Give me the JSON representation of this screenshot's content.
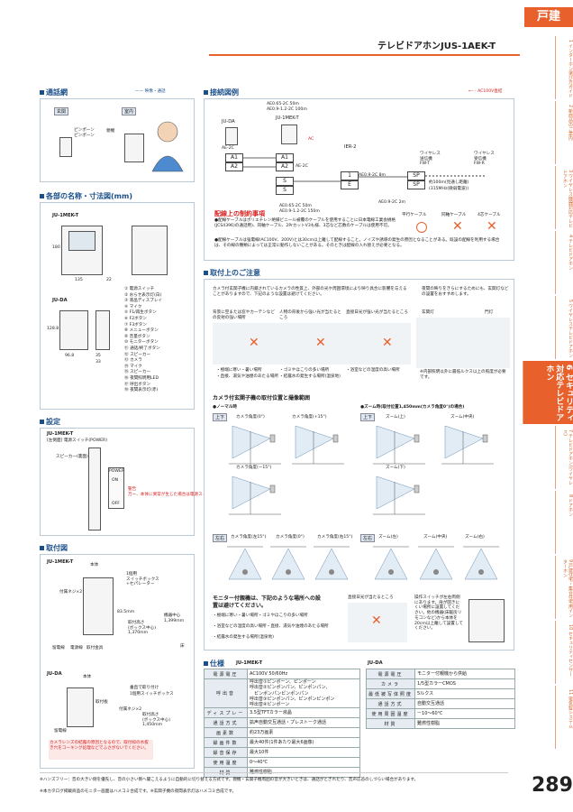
{
  "header": {
    "category": "戸建",
    "title": "テレビドアホンJUS-1AEK-T",
    "page_number": "289"
  },
  "side_tabs": [
    {
      "num": "1",
      "label": "インターホン選び方ガイド"
    },
    {
      "num": "2",
      "label": "新商品のご案内"
    },
    {
      "num": "3",
      "label": "ワイヤレス機器対応テレビドアホン"
    },
    {
      "num": "4",
      "label": "テレビドアホン"
    },
    {
      "num": "5",
      "label": "ワイヤレステレビドアホン"
    },
    {
      "num": "6",
      "label": "セキュリティ対応テレビドアホン"
    },
    {
      "num": "7",
      "label": "テレビドアホン(ワイヤレス)"
    },
    {
      "num": "8",
      "label": "ドアホン"
    },
    {
      "num": "9",
      "label": "戸建住宅・集合住宅用インターホン"
    },
    {
      "num": "10",
      "label": "セキュリティセンサー"
    },
    {
      "num": "11",
      "label": "電気錠システム"
    }
  ],
  "sections": {
    "call_system": {
      "heading": "通話網",
      "legend": "映像・通話",
      "entrance": "玄関",
      "room": "室内",
      "chime": "ピンポーン\nピンポーン",
      "parent": "親機"
    },
    "parts": {
      "heading": "各部の名称・寸法図(mm)",
      "model1": "JU-1MEK-T",
      "model2": "JU-DA",
      "dims": [
        "180",
        "135",
        "22",
        "128.8",
        "96.8",
        "35",
        "33"
      ],
      "items": [
        "電源スイッチ",
        "おらせ表示灯(白)",
        "液晶ディスプレイ",
        "マイク",
        "F1/再生ボタン",
        "F2ボタン",
        "F3ボタン",
        "メニューボタン",
        "音量ボタン",
        "モニターボタン",
        "通話/終了ボタン",
        "スピーカー",
        "カメラ",
        "マイク",
        "スピーカー",
        "夜間照明用LED",
        "呼出ボタン",
        "夜間表示灯(赤)"
      ]
    },
    "settings": {
      "heading": "設定",
      "model": "JU-1MEK-T",
      "side": "[左側面] 電源スイッチ(POWER)",
      "speaker": "スピーカー(裏面)",
      "power": "POWER",
      "on": "ON",
      "off": "OFF",
      "warning": "警告\n万一、本体に異常が生じた場合は電源スイッチを\"OFF\"にしてください。"
    },
    "mounting": {
      "heading": "取付図",
      "model1": "JU-1MEK-T",
      "body": "本体",
      "box": "1個用\nスイッチボックス\n+セパレーター",
      "screws": "付属ネジ×2",
      "size": "83.5mm",
      "center": "機器中心\n1,399mm",
      "floor": "床",
      "install": "取付高さ\n(ボックス中心)\n1,370mm",
      "labels": [
        "留電線",
        "電源線",
        "取付金具"
      ],
      "model2": "JU-DA",
      "body2": "本体",
      "box2": "1個用スイッチボックス",
      "screws2": "付属ネジ×2",
      "plate": "取付板",
      "vert": "垂直で取り付け",
      "install2": "取付高さ\n(ボックス中心)\n1,450mm",
      "wire2": "留電線",
      "note": "カメラレンズの結露の原因となるので、取付枠の水抜き穴をコーキング処理などでふさがないでください。"
    },
    "wiring": {
      "heading": "接続図例",
      "legend": "AC100V直結",
      "spec1": "AE0.65-2C 50m\nAE0.9-1.2-2C 100m",
      "spec2": "AE0.65-2C 50m\nAE0.9-1.2-2C 150m",
      "spec3": "AE0.9-2C 8m",
      "spec4": "AE0.9-2C 2m",
      "ac": "AC",
      "juda": "JU-DA",
      "jumek": "JU-1MEK-T",
      "ier": "IER-2",
      "ae2c": "AE-2C",
      "fwt": "ワイヤレス\n送信機\nFW-T",
      "fwr": "ワイヤレス\n受信機\nFW-R",
      "distance": "約100m(見通し距離)",
      "freq": "(315MHz(微弱電波))",
      "terminals": [
        "A1",
        "A2",
        "A1",
        "A2",
        "S",
        "S",
        "1",
        "E",
        "SP",
        "SP"
      ],
      "restriction_title": "配線上の制約事項",
      "cable_types": [
        "平行ケーブル",
        "同軸ケーブル",
        "4芯ケーブル"
      ],
      "restrictions": [
        "●配線ケーブルはポリエチレン絶縁ビニール被覆のケーブルを使用することに日本電線工業会規格(JCS4396)の通話用)、同軸ケーブル、2PrカットV3も様、3芯など芯数のケーブルは使用不可。",
        "●配線ケーブルは強電線(AC100V、200V)とは30cm以上離して配線すること。ノイズや誘導の発生の原因となることがある。既設の配線を利用する場合は、その線の種類によっては正常に動作しないことがある。そのときは配線の入れ替えが必要となる。"
      ]
    },
    "caution": {
      "heading": "取付上のご注意",
      "intro": "カメラ付玄関子機に内蔵されているカメラの性質上、外部の光や周囲環境により映り具合に影響を与えることがありますので、下記のような設置は避けてください。",
      "night": "夜間の映りをきらにするためにも、玄関灯などの設置をおすすめします。",
      "scenes": [
        "背景に空または窓やカーテンなどの反射の強い場所",
        "人物の背後から強い光が当たるところ",
        "直接日光が強い光が当たるところ"
      ],
      "entrance_light": "玄関灯",
      "gate_light": "門灯",
      "bullets": [
        "・極端に寒い・暑い場所",
        "・ゴミやほこりの多い場所",
        "・浴室などの湿度の高い場所",
        "・直接、湯気や油煙のあたる場所",
        "・結露水の発生する場所(温泉地)"
      ],
      "lux": "※内部照明以外に最低ルクス以上の照度が必要です。",
      "range_title": "カメラ付玄関子機の取付位置と撮像範囲",
      "normal": "●ノーマル時",
      "zoom": "●ズーム時(取付位置1,450mm(カメラ角度0°)の場合)",
      "updown": "上下",
      "leftright": "左右",
      "camera_angles": [
        "カメラ角度(0°)",
        "カメラ角度(+15°)",
        "カメラ角度(ー15°)",
        "カメラ角度(左15°)",
        "カメラ角度(右15°)"
      ],
      "zoom_positions": [
        "ズーム(上)",
        "ズーム(中央)",
        "ズーム(下)",
        "ズーム(左)",
        "ズーム(中央)",
        "ズーム(右)"
      ],
      "monitor_caution": "モニター付親機は、下記のような場所への設置は避けてください。",
      "monitor_bullets": [
        "・極端に寒い・暑い場所・ゴミやほこりの多い場所",
        "・浴室などの湿度の高い場所・直接、湯気や油煙のあたる場所",
        "・結露水の発生する場所(温泉地)"
      ],
      "sun": "直接日光が当たるところ",
      "switch_note": "操作スイッチが左右両側にあります。扉が開きにくい場所に設置してください。他の機器(床暖房リモコンなど)から本体を20cm以上離して設置してください。"
    },
    "spec": {
      "heading": "仕様",
      "model1": "JU-1MEK-T",
      "model2": "JU-DA",
      "rows1": [
        {
          "k": "電源電圧",
          "v": "AC100V 50/60Hz"
        },
        {
          "k": "呼出音",
          "v": "呼出音①ピンポーン、ピンポーン\n呼出音②ピンポンパン、ピンポンパン、\n　ピンポンパンピンポンパン\n呼出音③ピンポンパン、ピンポンピンポン\n呼出音④ピンポーン"
        },
        {
          "k": "ディスプレー",
          "v": "3.5型TFTカラー液晶"
        },
        {
          "k": "通話方式",
          "v": "拡声自動交互通話・プレストーク通話"
        },
        {
          "k": "画素数",
          "v": "約23万画素"
        },
        {
          "k": "録画件数",
          "v": "最大40件(1件あたり最大6画像)"
        },
        {
          "k": "録音保存",
          "v": "最大10件"
        },
        {
          "k": "使用温度",
          "v": "0～40℃"
        },
        {
          "k": "材質",
          "v": "難燃性樹脂"
        }
      ],
      "rows2": [
        {
          "k": "電源電圧",
          "v": "モニター付親機から供給"
        },
        {
          "k": "カメラ",
          "v": "1/5型カラーCMOS"
        },
        {
          "k": "最低被写体照度",
          "v": "5ルクス"
        },
        {
          "k": "通話方式",
          "v": "自動交互通話"
        },
        {
          "k": "使用周囲温度",
          "v": "ー10～60℃"
        },
        {
          "k": "材質",
          "v": "難燃性樹脂"
        }
      ]
    }
  },
  "footnotes": [
    "※ハンズフリー：音の大きい側を優先し、音の小さい側へ聞こえるように自動的に切り替える方式です。親機・玄関子機周囲の音が大きいときは、通話がとぎれたり、音声応答のしづらい場合があります。",
    "※本カタログ掲載商品のモニター画面はハメコミ合成です。※玄関子機の夜間表示灯はハメコミ合成です。"
  ],
  "colors": {
    "accent": "#e8602c",
    "heading": "#1b4f8a",
    "red": "#d62020",
    "panel": "#dde6ee"
  }
}
